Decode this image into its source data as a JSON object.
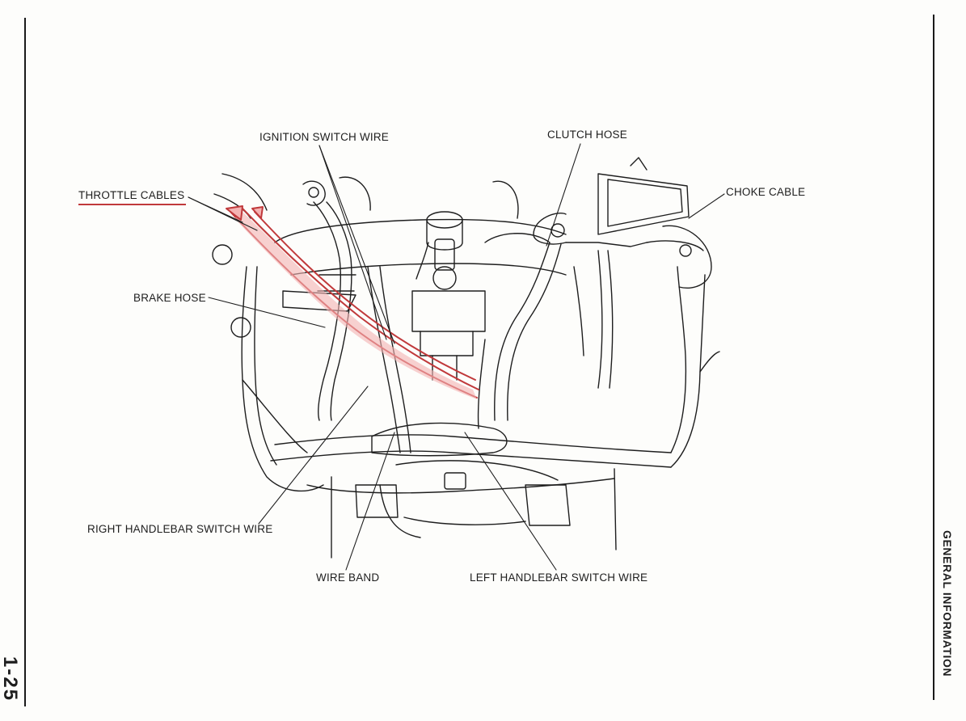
{
  "labels": {
    "ignition_switch_wire": "IGNITION SWITCH WIRE",
    "clutch_hose": "CLUTCH HOSE",
    "throttle_cables": "THROTTLE CABLES",
    "choke_cable": "CHOKE CABLE",
    "brake_hose": "BRAKE HOSE",
    "right_handlebar_switch_wire": "RIGHT HANDLEBAR SWITCH WIRE",
    "wire_band": "WIRE BAND",
    "left_handlebar_switch_wire": "LEFT HANDLEBAR SWITCH WIRE"
  },
  "side_title": "GENERAL INFORMATION",
  "page_number": "1-25",
  "colors": {
    "ink": "#1e1e1e",
    "highlight": "#c0393b",
    "highlight_fill": "#f4b3b3"
  }
}
